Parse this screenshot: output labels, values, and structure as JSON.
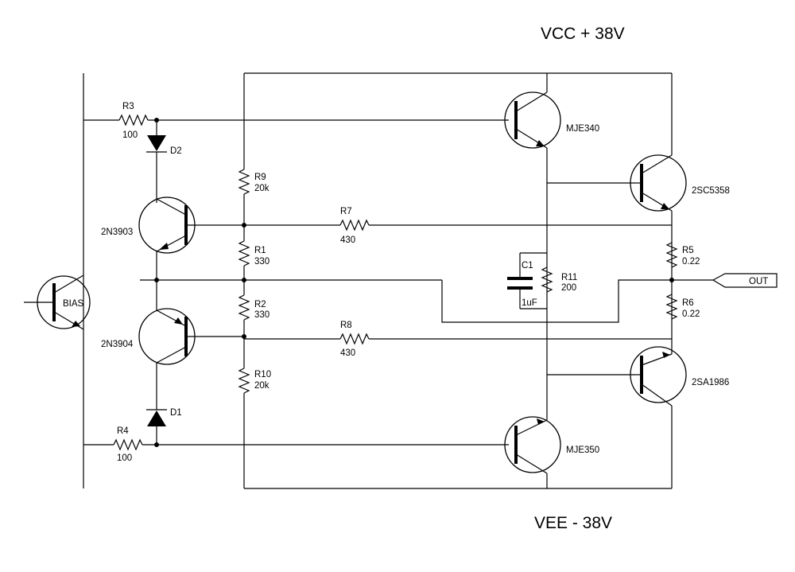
{
  "rails": {
    "vcc": "VCC  + 38V",
    "vee": "VEE  - 38V"
  },
  "output": {
    "label": "OUT"
  },
  "transistors": {
    "bias": "BIAS",
    "q_top_driver": "MJE340",
    "q_top_output": "2SC5358",
    "q_bot_driver": "MJE350",
    "q_bot_output": "2SA1986",
    "q_npn_ref": "2N3903",
    "q_pnp_ref": "2N3904"
  },
  "resistors": {
    "r3": {
      "name": "R3",
      "value": "100"
    },
    "r4": {
      "name": "R4",
      "value": "100"
    },
    "r9": {
      "name": "R9",
      "value": "20k"
    },
    "r10": {
      "name": "R10",
      "value": "20k"
    },
    "r1": {
      "name": "R1",
      "value": "330"
    },
    "r2": {
      "name": "R2",
      "value": "330"
    },
    "r7": {
      "name": "R7",
      "value": "430"
    },
    "r8": {
      "name": "R8",
      "value": "430"
    },
    "r11": {
      "name": "R11",
      "value": "200"
    },
    "r5": {
      "name": "R5",
      "value": "0.22"
    },
    "r6": {
      "name": "R6",
      "value": "0.22"
    }
  },
  "capacitors": {
    "c1": {
      "name": "C1",
      "value": "1uF"
    }
  },
  "diodes": {
    "d1": "D1",
    "d2": "D2"
  }
}
